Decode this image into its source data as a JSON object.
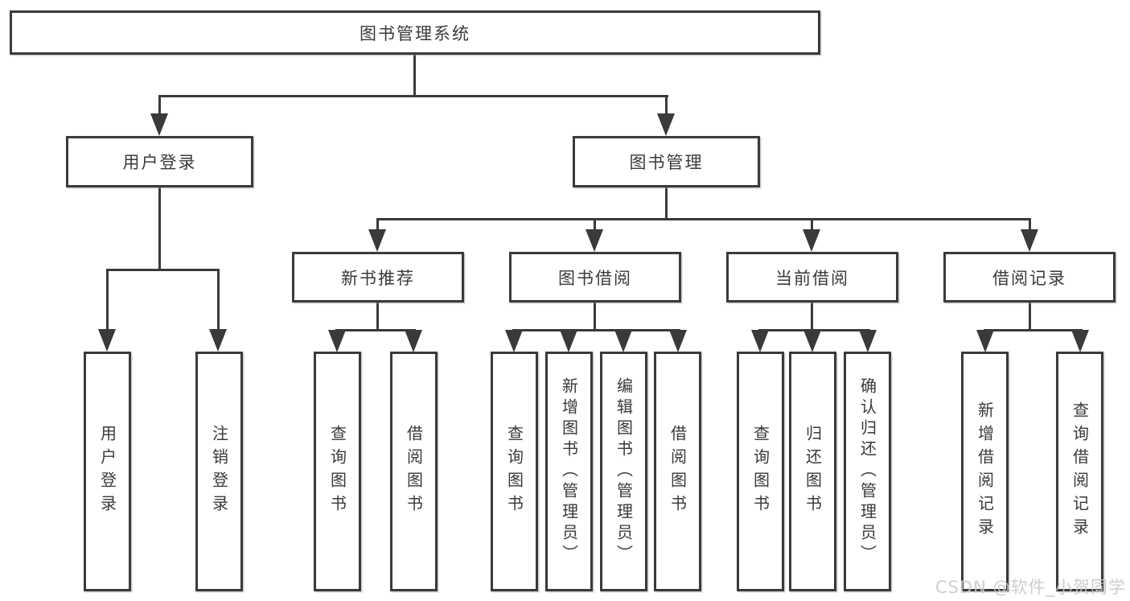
{
  "tree": {
    "root": {
      "label": "图书管理系统"
    },
    "user_login": {
      "label": "用户登录",
      "children": [
        {
          "label": "用户登录"
        },
        {
          "label": "注销登录"
        }
      ]
    },
    "book_mgmt": {
      "label": "图书管理"
    },
    "new_book": {
      "label": "新书推荐",
      "children": [
        {
          "label": "查询图书"
        },
        {
          "label": "借阅图书"
        }
      ]
    },
    "book_borrow": {
      "label": "图书借阅",
      "children": [
        {
          "label": "查询图书"
        },
        {
          "label": "新增图书（管理员）"
        },
        {
          "label": "编辑图书（管理员）"
        },
        {
          "label": "借阅图书"
        }
      ]
    },
    "current_borrow": {
      "label": "当前借阅",
      "children": [
        {
          "label": "查询图书"
        },
        {
          "label": "归还图书"
        },
        {
          "label": "确认归还（管理员）"
        }
      ]
    },
    "borrow_record": {
      "label": "借阅记录",
      "children": [
        {
          "label": "新增借阅记录"
        },
        {
          "label": "查询借阅记录"
        }
      ]
    },
    "watermark": {
      "text": "CSDN @软件_小贺同学"
    },
    "colors": {
      "line": "#3a3a3a",
      "text": "#3a3a3a",
      "watermark": "#c9c9c9",
      "background": "#ffffff"
    }
  }
}
